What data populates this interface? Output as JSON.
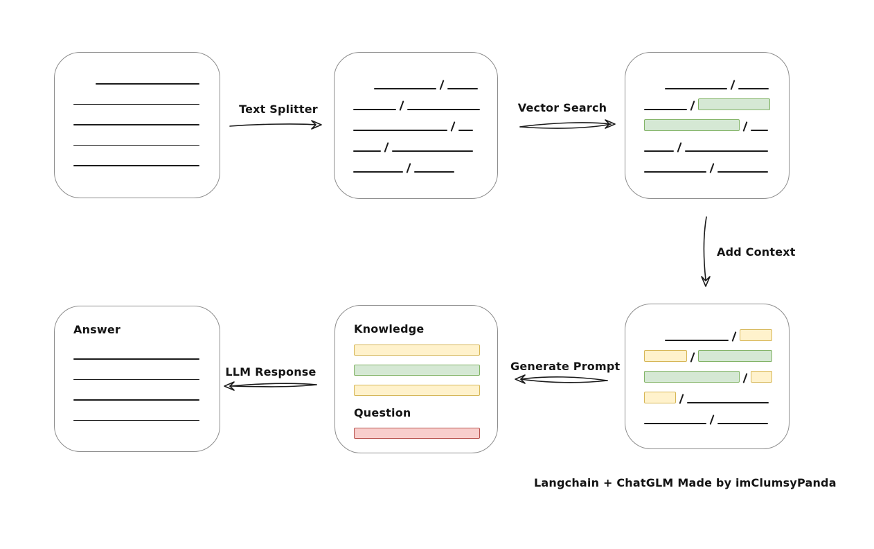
{
  "colors": {
    "bg": "#ffffff",
    "line": "#1b1b1b",
    "text": "#141414",
    "box_border": "#8c8c8c",
    "green_fill": "#d5e8d4",
    "green_border": "#82b366",
    "yellow_fill": "#fff2cc",
    "yellow_border": "#d6b656",
    "red_fill": "#f8cecc",
    "red_border": "#b85450"
  },
  "labels": {
    "text_splitter": "Text Splitter",
    "vector_search": "Vector Search",
    "add_context": "Add Context",
    "generate_prompt": "Generate Prompt",
    "llm_response": "LLM Response",
    "knowledge": "Knowledge",
    "question": "Question",
    "answer": "Answer",
    "caption": "Langchain + ChatGLM Made by imClumsyPanda"
  },
  "boxes": {
    "document": {
      "lines": [
        {
          "indent": 32,
          "w": 150
        },
        {
          "indent": 0,
          "w": 182
        },
        {
          "indent": 0,
          "w": 182
        },
        {
          "indent": 0,
          "w": 182
        },
        {
          "indent": 0,
          "w": 182
        }
      ]
    },
    "chunks": {
      "rows": [
        {
          "indent": 30,
          "segs": [
            [
              "line",
              90
            ],
            [
              "slash"
            ],
            [
              "line",
              44
            ]
          ]
        },
        {
          "indent": 0,
          "segs": [
            [
              "line",
              62
            ],
            [
              "slash"
            ],
            [
              "line",
              105
            ]
          ]
        },
        {
          "indent": 0,
          "segs": [
            [
              "line",
              136
            ],
            [
              "slash"
            ],
            [
              "line",
              21
            ]
          ]
        },
        {
          "indent": 0,
          "segs": [
            [
              "line",
              40
            ],
            [
              "slash"
            ],
            [
              "line",
              117
            ]
          ]
        },
        {
          "indent": 0,
          "segs": [
            [
              "line",
              72
            ],
            [
              "slash"
            ],
            [
              "line",
              58
            ]
          ]
        }
      ]
    },
    "search_results": {
      "rows": [
        {
          "indent": 30,
          "segs": [
            [
              "line",
              90
            ],
            [
              "slash"
            ],
            [
              "line",
              44
            ]
          ]
        },
        {
          "indent": 0,
          "segs": [
            [
              "line",
              62
            ],
            [
              "slash"
            ],
            [
              "green",
              104
            ]
          ]
        },
        {
          "indent": 0,
          "segs": [
            [
              "green",
              138
            ],
            [
              "slash"
            ],
            [
              "line",
              25
            ]
          ]
        },
        {
          "indent": 0,
          "segs": [
            [
              "line",
              43
            ],
            [
              "slash"
            ],
            [
              "line",
              120
            ]
          ]
        },
        {
          "indent": 0,
          "segs": [
            [
              "line",
              90
            ],
            [
              "slash"
            ],
            [
              "line",
              73
            ]
          ]
        }
      ]
    },
    "context": {
      "rows": [
        {
          "indent": 30,
          "segs": [
            [
              "line",
              92
            ],
            [
              "slash"
            ],
            [
              "yellow",
              47
            ]
          ]
        },
        {
          "indent": 0,
          "segs": [
            [
              "yellow",
              62
            ],
            [
              "slash"
            ],
            [
              "green",
              107
            ]
          ]
        },
        {
          "indent": 0,
          "segs": [
            [
              "green",
              138
            ],
            [
              "slash"
            ],
            [
              "yellow",
              31
            ]
          ]
        },
        {
          "indent": 0,
          "segs": [
            [
              "yellow",
              46
            ],
            [
              "slash"
            ],
            [
              "line",
              118
            ]
          ]
        },
        {
          "indent": 0,
          "segs": [
            [
              "line",
              90
            ],
            [
              "slash"
            ],
            [
              "line",
              73
            ]
          ]
        }
      ]
    },
    "answer": {
      "lines": [
        {
          "indent": 0,
          "w": 182
        },
        {
          "indent": 0,
          "w": 182
        },
        {
          "indent": 0,
          "w": 182
        },
        {
          "indent": 0,
          "w": 182
        }
      ]
    }
  }
}
